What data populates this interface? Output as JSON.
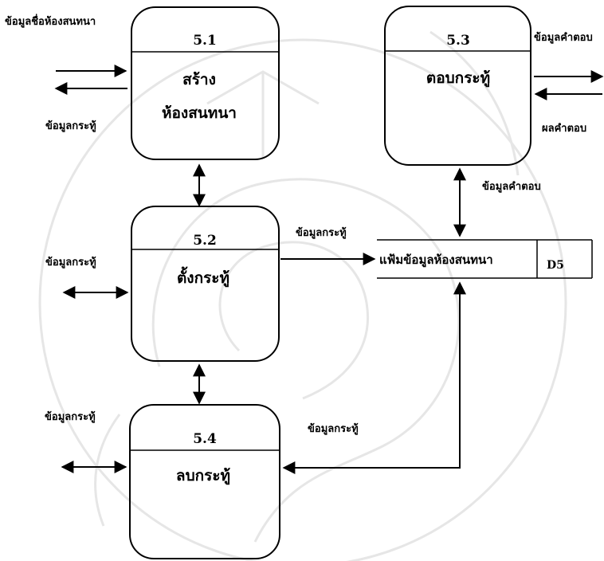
{
  "processes": [
    {
      "id": "5.1",
      "lines": [
        "สร้าง",
        "ห้องสนทนา"
      ]
    },
    {
      "id": "5.2",
      "lines": [
        "ตั้งกระทู้"
      ]
    },
    {
      "id": "5.3",
      "lines": [
        "ตอบกระทู้"
      ]
    },
    {
      "id": "5.4",
      "lines": [
        "ลบกระทู้"
      ]
    }
  ],
  "datastore": {
    "name": "แฟ้มข้อมูลห้องสนทนา",
    "id": "D5"
  },
  "flow_labels": {
    "room_name_in": "ข้อมูลชื่อห้องสนทนา",
    "topic_out_5_1": "ข้อมูลกระทู้",
    "answer_in": "ข้อมูลคำตอบ",
    "answer_result": "ผลคำตอบ",
    "answer_to_store": "ข้อมูลคำตอบ",
    "topic_to_store": "ข้อมูลกระทู้",
    "topic_5_2": "ข้อมูลกระทู้",
    "topic_5_4_left": "ข้อมูลกระทู้",
    "topic_store_to_5_4": "ข้อมูลกระทู้"
  },
  "colors": {
    "line": "#000000",
    "watermark": "#e6e6e6"
  }
}
